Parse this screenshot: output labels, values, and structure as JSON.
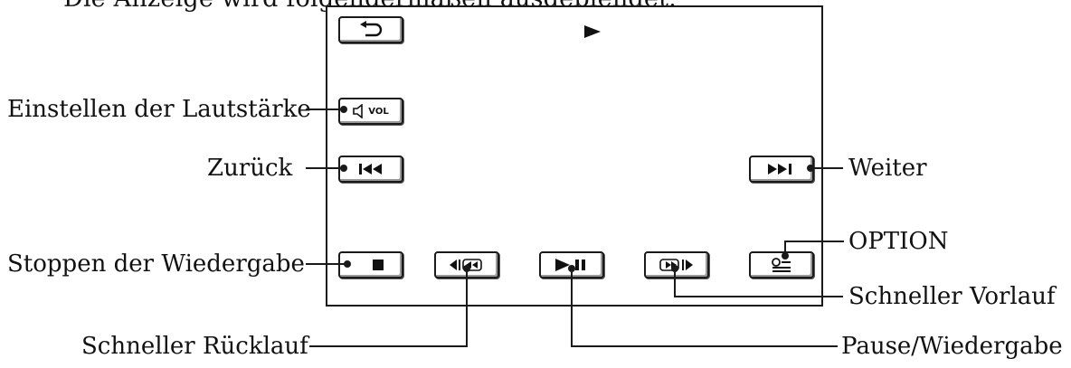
{
  "top_text": "Die Anzeige wird folgendermaßen ausgeblendet.",
  "labels": {
    "volume": "Einstellen der Lautstärke",
    "previous": "Zurück",
    "next": "Weiter",
    "stop": "Stoppen der Wiedergabe",
    "option": "OPTION",
    "fast_forward": "Schneller Vorlauf",
    "fast_rewind": "Schneller Rücklauf",
    "pause_play": "Pause/Wiedergabe"
  },
  "buttons": {
    "volume_text": "VOL"
  },
  "icons": {
    "back": "return-arrow-icon",
    "playback_status": "play-triangle-icon",
    "volume": "speaker-icon",
    "previous": "skip-previous-icon",
    "next": "skip-next-icon",
    "stop": "stop-square-icon",
    "fast_rewind": "fast-rewind-icon",
    "pause_play": "play-pause-icon",
    "fast_forward": "fast-forward-icon",
    "option": "option-menu-icon"
  }
}
